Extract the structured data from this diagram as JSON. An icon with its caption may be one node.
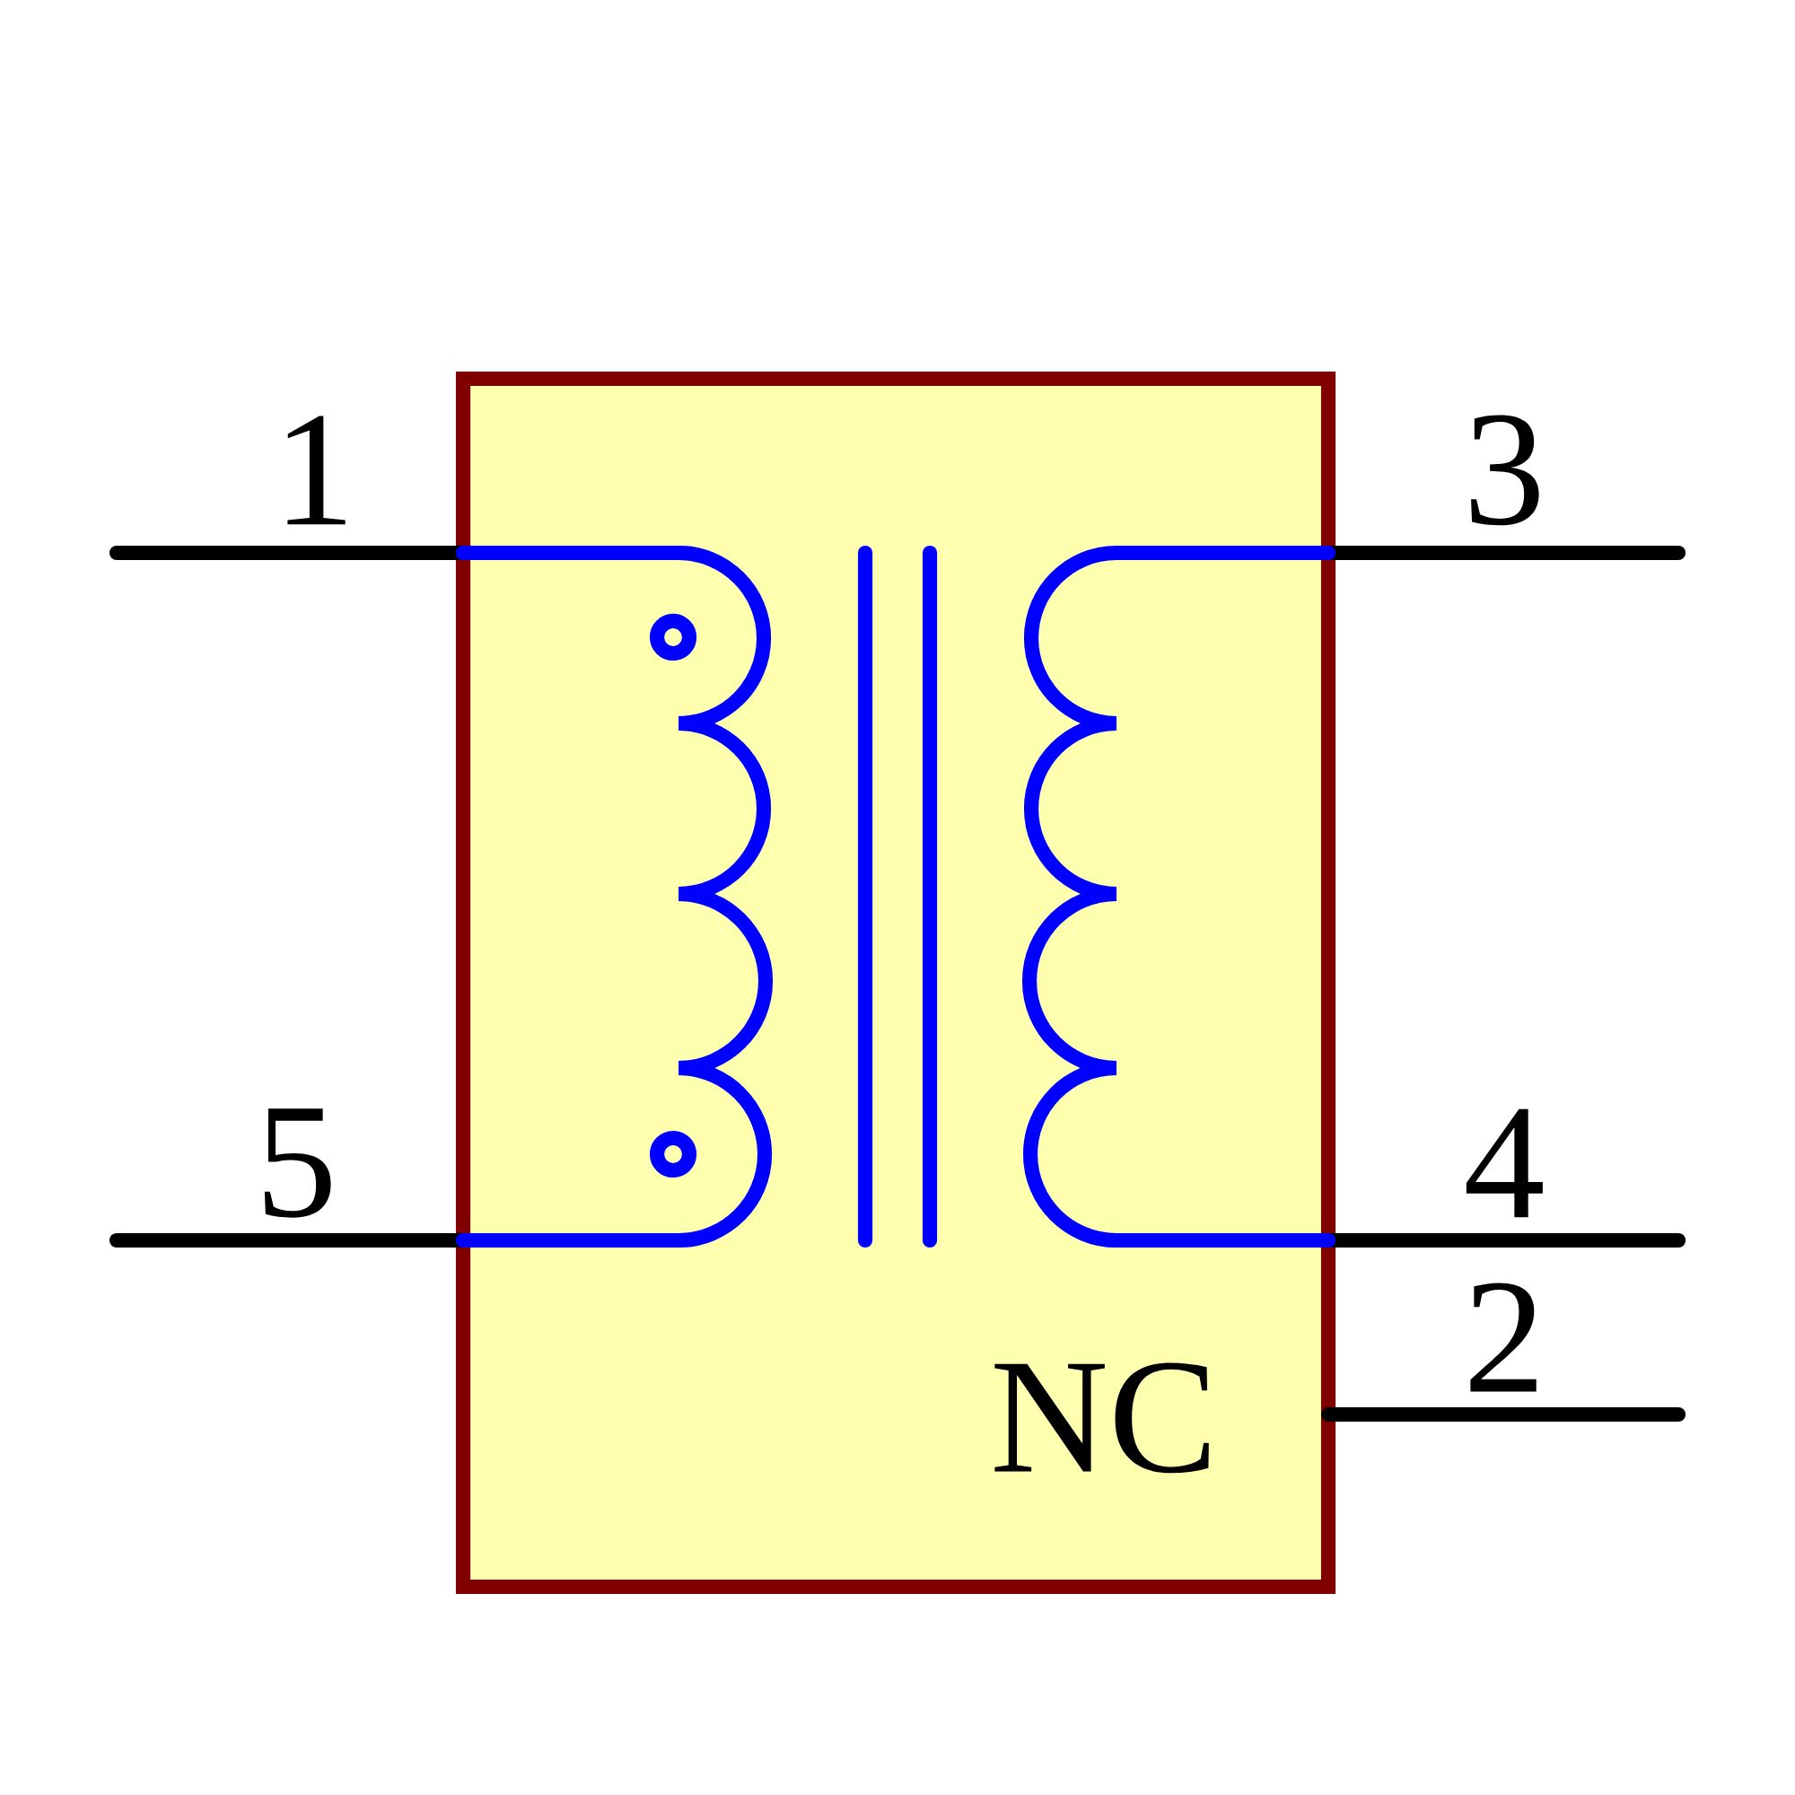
{
  "diagram": {
    "labels": [
      "1",
      "3",
      "5",
      "4",
      "2",
      "NC"
    ]
  }
}
